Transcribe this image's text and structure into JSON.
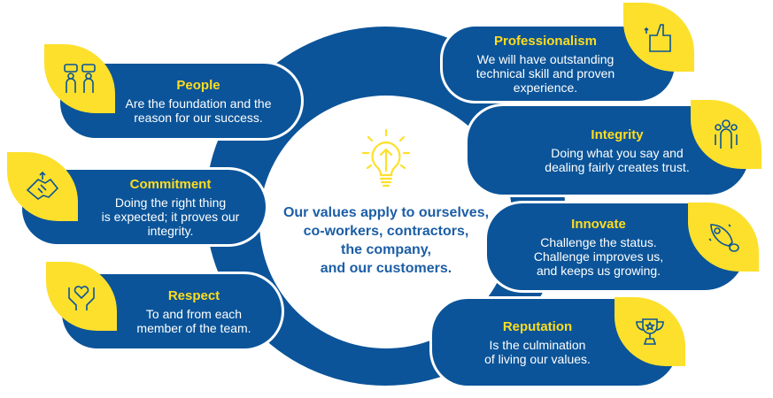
{
  "center": {
    "icon": "lightbulb-arrow-icon",
    "lines": [
      "Our values apply to ourselves,",
      "co-workers, contractors,",
      "the company,",
      "and our customers."
    ]
  },
  "values": [
    {
      "title": "People",
      "lines": [
        "Are the foundation and the",
        "reason for our success."
      ],
      "icon": "people-talking-icon"
    },
    {
      "title": "Commitment",
      "lines": [
        "Doing the right thing",
        "is expected; it proves our",
        "integrity."
      ],
      "icon": "handshake-icon"
    },
    {
      "title": "Respect",
      "lines": [
        "To and from each",
        "member of the team."
      ],
      "icon": "heart-hands-icon"
    },
    {
      "title": "Professionalism",
      "lines": [
        "We will have outstanding",
        "technical skill and proven",
        "experience."
      ],
      "icon": "thumbs-up-icon"
    },
    {
      "title": "Integrity",
      "lines": [
        "Doing what you say and",
        "dealing fairly creates trust."
      ],
      "icon": "team-icon"
    },
    {
      "title": "Innovate",
      "lines": [
        "Challenge the status.",
        "Challenge improves us,",
        "and keeps us growing."
      ],
      "icon": "rocket-icon"
    },
    {
      "title": "Reputation",
      "lines": [
        "Is the culmination",
        "of living our values."
      ],
      "icon": "trophy-icon"
    }
  ],
  "colors": {
    "blue": "#0b5499",
    "yellow": "#fde02b",
    "center_text": "#1c5ea6"
  }
}
